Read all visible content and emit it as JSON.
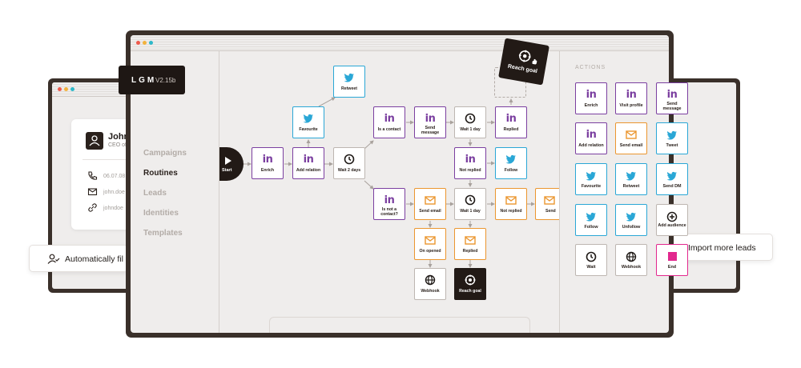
{
  "app": {
    "brand": "LGM",
    "version": "V2.15b"
  },
  "sidebar": {
    "items": [
      {
        "label": "Campaigns",
        "active": false
      },
      {
        "label": "Routines",
        "active": true
      },
      {
        "label": "Leads",
        "active": false
      },
      {
        "label": "Identities",
        "active": false
      },
      {
        "label": "Templates",
        "active": false
      }
    ]
  },
  "contact": {
    "name": "John",
    "role": "CEO of",
    "phone": "06.07.08",
    "email": "john.doe",
    "link": "johndoe"
  },
  "pills": {
    "auto_fill": "Automatically fil",
    "import_leads": "Import more leads"
  },
  "canvas": {
    "start_label": "Start",
    "goal_card_label": "Reach goal",
    "nodes": {
      "enrich": "Enrich",
      "add_relation": "Add relation",
      "wait_2_days": "Wait 2 days",
      "favourite": "Favourite",
      "retweet": "Retweet",
      "is_a_contact": "Is a contact",
      "is_not_a_contact": "Is not a contact?",
      "send_message": "Send message",
      "send_email": "Send email",
      "wait_1_day_top": "Wait 1 day",
      "wait_1_day_bottom": "Wait 1 day",
      "replied_top": "Replied",
      "not_replied": "Not replied",
      "follow": "Follow",
      "not_replied_email": "Not replied",
      "send_partial": "Send",
      "on_opened": "On opened",
      "replied_email": "Replied",
      "webhook": "Webhook",
      "reach_goal": "Reach goal"
    }
  },
  "actions": {
    "title": "ACTIONS",
    "items": [
      {
        "label": "Enrich",
        "type": "linkedin"
      },
      {
        "label": "Visit profile",
        "type": "linkedin"
      },
      {
        "label": "Send message",
        "type": "linkedin"
      },
      {
        "label": "Add relation",
        "type": "linkedin"
      },
      {
        "label": "Send email",
        "type": "email"
      },
      {
        "label": "Tweet",
        "type": "twitter"
      },
      {
        "label": "Favourite",
        "type": "twitter"
      },
      {
        "label": "Retweet",
        "type": "twitter"
      },
      {
        "label": "Send DM",
        "type": "twitter"
      },
      {
        "label": "Follow",
        "type": "twitter"
      },
      {
        "label": "Unfollow",
        "type": "twitter"
      },
      {
        "label": "Add audience",
        "type": "audience"
      },
      {
        "label": "Wait",
        "type": "wait"
      },
      {
        "label": "Webhook",
        "type": "webhook"
      },
      {
        "label": "End",
        "type": "end"
      }
    ]
  },
  "colors": {
    "linkedin": "#7b3fa0",
    "twitter": "#2aa7d6",
    "email": "#eb962f",
    "end": "#e2288e",
    "dark": "#221a16"
  },
  "icons": {
    "linkedin": "in-icon",
    "twitter": "bird-icon",
    "email": "envelope-icon",
    "wait": "clock-icon",
    "webhook": "globe-icon",
    "goal": "target-icon",
    "audience": "plus-circle-icon",
    "end": "stop-square-icon"
  }
}
